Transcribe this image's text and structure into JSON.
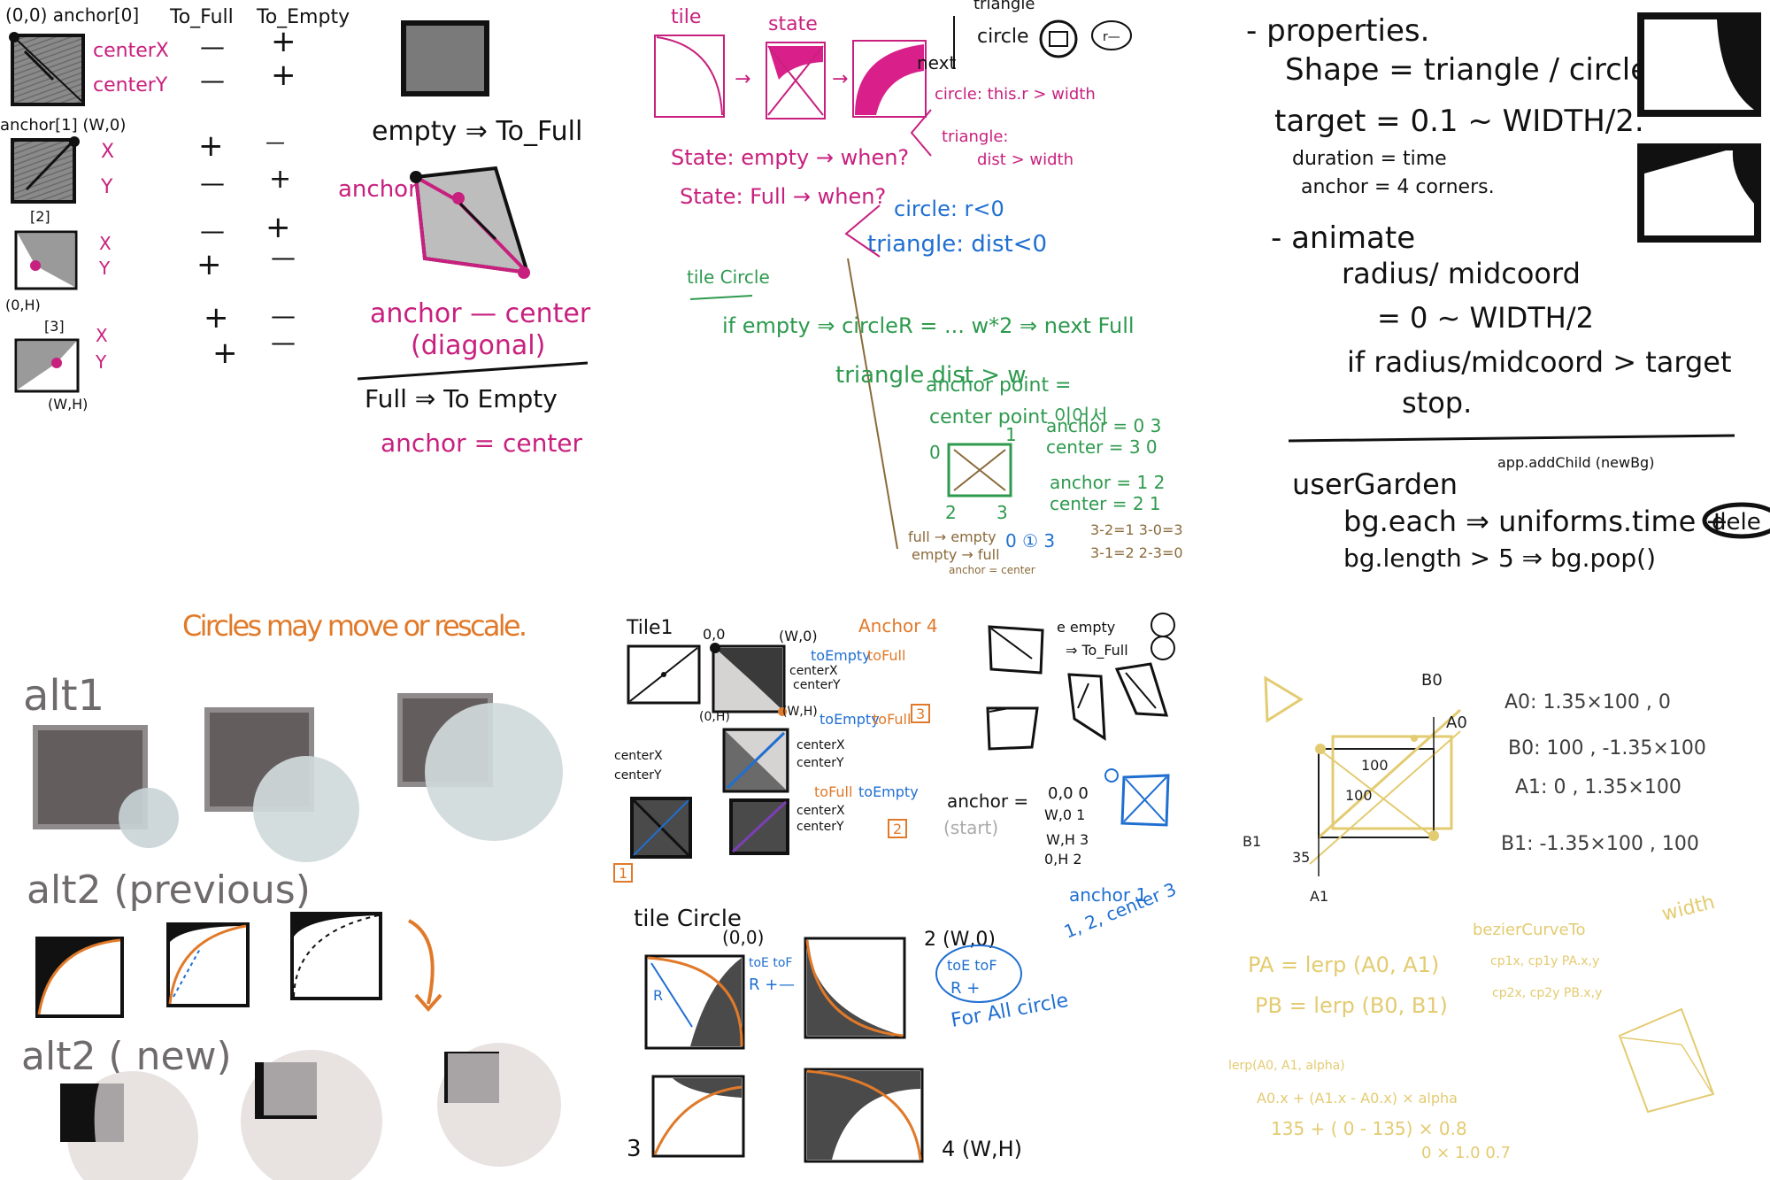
{
  "colors": {
    "ink": "#111111",
    "magenta": "#c8207e",
    "green": "#2e9a4e",
    "blue": "#1f6fd1",
    "orange": "#e07a2a",
    "brown": "#8a6a3a",
    "gray": "#6f6a6b",
    "lightgray": "#9c9a9c",
    "yellow": "#e2c96a"
  },
  "p1": {
    "anchor0": "(0,0) anchor[0]",
    "to_full": "To_Full",
    "to_empty": "To_Empty",
    "centerx": "centerX",
    "centery": "centerY",
    "anchor1": "anchor[1] (W,0)",
    "x": "X",
    "y": "Y",
    "anchor2": "[2]",
    "anchor3": "[3]",
    "coord_0h": "(0,H)",
    "coord_wh": "(W,H)",
    "plus": "+",
    "minus": "—",
    "empty_to_full": "empty ⇒ To_Full",
    "anchor": "anchor",
    "anchor_center": "anchor — center",
    "diagonal": "(diagonal)",
    "full_to_empty": "Full ⇒ To Empty",
    "anchor_eq_center": "anchor = center"
  },
  "p2": {
    "tile": "tile",
    "state": "state",
    "triangle": "triangle",
    "circle": "circle",
    "next": "next",
    "circle_cond": "circle: this.r > width",
    "triangle_cond": "triangle:",
    "dist_cond": "dist > width",
    "state_empty": "State: empty → when?",
    "state_full": "State: Full → when?",
    "circle_r": "circle: r<0",
    "triangle_dist": "triangle: dist<0",
    "tile_circle": "tile Circle",
    "if_empty": "if empty ⇒ circleR = ... w*2 ⇒ next Full",
    "triangle_dist_w": "triangle dist > w",
    "anchor_point": "anchor point =",
    "center_point": "center point 이어서",
    "anchor_03": "anchor = 0  3",
    "center_30": "center = 3  0",
    "anchor_12": "anchor = 1  2",
    "center_21": "center = 2  1",
    "n0": "0",
    "n1": "1",
    "n2": "2",
    "n3": "3",
    "full_empty": "full → empty",
    "empty_full": "empty → full",
    "anchor_center_small": "anchor = center",
    "seq": "0 ① 3",
    "calc1": "3-2=1  3-0=3",
    "calc2": "3-1=2  2-3=0"
  },
  "p3": {
    "properties": "- properties.",
    "shape": "Shape = triangle / circle",
    "target": "target = 0.1 ~ WIDTH/2.",
    "duration": "duration = time",
    "anchor": "anchor = 4 corners.",
    "animate": "- animate",
    "radius": "radius/ midcoord",
    "range": "= 0 ~ WIDTH/2",
    "if_radius": "if radius/midcoord > target",
    "stop": "stop.",
    "user_garden": "userGarden",
    "app_add": "app.addChild (newBg)",
    "bg_each": "bg.each ⇒ uniforms.time +",
    "bg_length": "bg.length > 5 ⇒ bg.pop()",
    "delete": "dele"
  },
  "p4": {
    "circles_note": "Circles may move or rescale.",
    "alt1": "alt1",
    "alt2_previous": "alt2 (previous)",
    "alt2_new": "alt2 ( new)"
  },
  "p5": {
    "tile1": "Tile1",
    "o_o": "0,0",
    "w0": "(W,0)",
    "anchor4": "Anchor 4",
    "toempty": "toEmpty",
    "tofull": "toFull",
    "centerx": "centerX",
    "centery": "centerY",
    "oh": "(0,H)",
    "wh": "(W,H)",
    "anchor3_box": "3",
    "anchor2_box": "2",
    "anchor1_box": "1",
    "e_empty": "e empty",
    "to_full_arrow": "⇒ To_Full",
    "anchor_eq": "anchor =",
    "start": "(start)",
    "coords": "0,0  0",
    "coords_w0": "W,0  1",
    "coords_wh": "W,H  3",
    "coords_0h": "0,H  2",
    "anchor_note": "anchor 1",
    "seq": "1, 2, center 3",
    "tile_circle": "tile Circle",
    "zero": "(0,0)",
    "two_w0": "2 (W,0)",
    "te_tf": "toE  toF",
    "r_plus": "R +",
    "r_minus": "—",
    "for_all": "For All circle",
    "three": "3",
    "four_wh": "4 (W,H)",
    "r": "R"
  },
  "p6": {
    "b0": "B0",
    "a0": "A0",
    "n100a": "100",
    "n100b": "100",
    "n35": "35",
    "a1": "A1",
    "b1": "B1",
    "a0_val": "A0:  1.35×100 ,  0",
    "b0_val": "B0:   100 ,  -1.35×100",
    "a1_val": "A1:    0 ,   1.35×100",
    "b1_val": "B1:  -1.35×100 ,  100",
    "width": "width",
    "pa": "PA = lerp (A0, A1)",
    "pb": "PB = lerp (B0, B1)",
    "bezier": "bezierCurveTo",
    "cp": "cp1x, cp1y   PA.x,y",
    "cp2": "cp2x, cp2y   PB.x,y",
    "lerp": "lerp(A0, A1, alpha)",
    "lerp_eq": "A0.x + (A1.x - A0.x) × alpha",
    "calc": "135 + ( 0 - 135) × 0.8",
    "calc2": "0 × 1.0    0.7"
  }
}
